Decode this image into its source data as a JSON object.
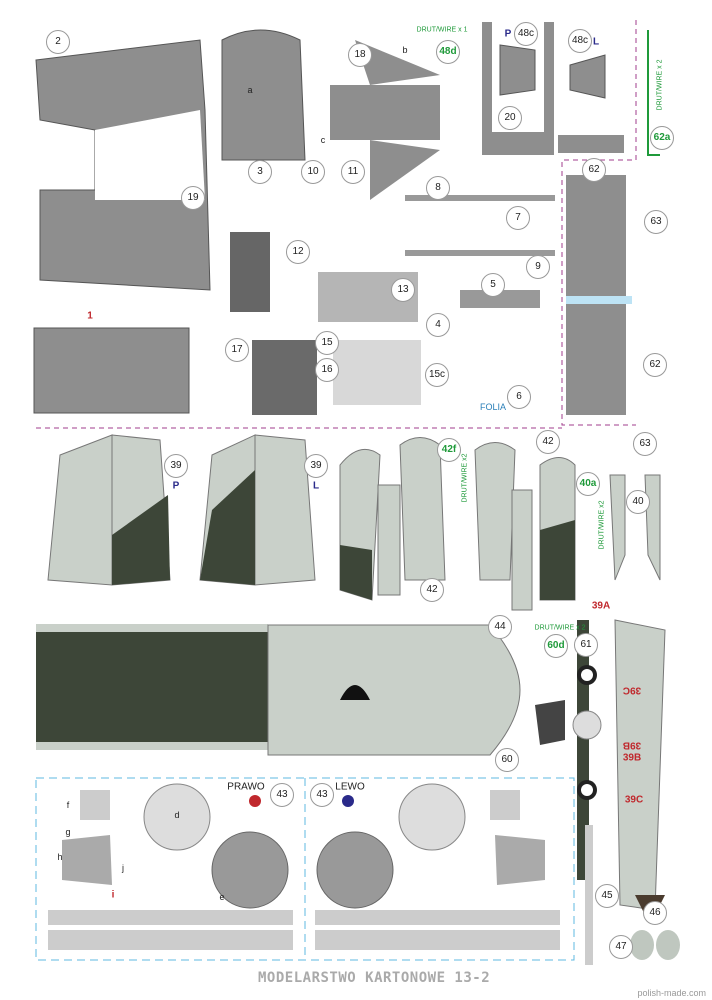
{
  "colors": {
    "grey": "#8e8e8e",
    "light_grey": "#c9d0c9",
    "olive": "#3d4638",
    "cut_red": "#c0282d",
    "wire_green": "#1f9a3a",
    "guide_purple": "#a03c8c",
    "guide_blue": "#5fb8e0"
  },
  "callouts": {
    "p2": "2",
    "p3": "3",
    "p10": "10",
    "p11": "11",
    "p18": "18",
    "p19": "19",
    "p48d": "48d",
    "p48c_p": "48c",
    "p48c_l": "48c",
    "p20": "20",
    "p62a": "62a",
    "p62_top": "62",
    "p63_top": "63",
    "p8": "8",
    "p7": "7",
    "p9": "9",
    "p12": "12",
    "p13": "13",
    "p5": "5",
    "p4": "4",
    "p17": "17",
    "p15": "15",
    "p16": "16",
    "p15c": "15c",
    "p6": "6",
    "p62_bot": "62",
    "p63_bot": "63",
    "p39_p": "39",
    "p39_l": "39",
    "p42f": "42f",
    "p42_top": "42",
    "p42_bot": "42",
    "p40a": "40a",
    "p40": "40",
    "p44": "44",
    "p60d": "60d",
    "p61": "61",
    "p60": "60",
    "p43_r": "43",
    "p43_l": "43",
    "p45": "45",
    "p46": "46",
    "p47": "47"
  },
  "labels": {
    "part1": "1",
    "side_p1": "P",
    "side_l1": "L",
    "side_p2": "P",
    "side_l2": "L",
    "wire48d": "DRUT/WIRE x 1",
    "wire62a": "DRUT/WIRE x 2",
    "wire42f": "DRUT/WIRE x2",
    "wire40a": "DRUT/WIRE x2",
    "wire60d": "DRUT/WIRE x 2",
    "folia": "FOLIA",
    "p39A": "39A",
    "p39C_a": "39C",
    "p39B": "39B",
    "p39B_b": "39B",
    "p39C_b": "39C",
    "prawo": "PRAWO",
    "lewo": "LEWO",
    "a": "a",
    "b": "b",
    "c": "c",
    "d": "d",
    "e": "e",
    "f": "f",
    "g": "g",
    "h": "h",
    "i": "i",
    "j": "j"
  },
  "footer": {
    "title": "MODELARSTWO KARTONOWE 13-2",
    "site": "polish-made.com"
  }
}
